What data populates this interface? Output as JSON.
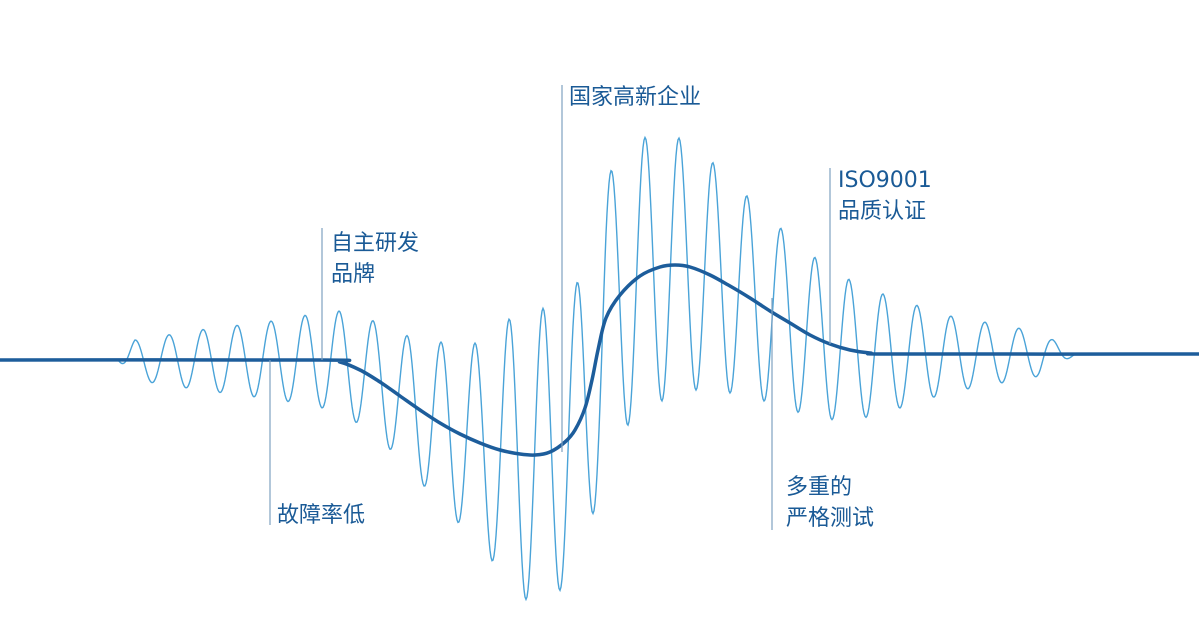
{
  "colors": {
    "main_curve": "#1d5d9b",
    "wave_curve": "#4aa3d8",
    "leader_line": "#7fa2c0",
    "label_text": "#1a5a96"
  },
  "callouts": [
    {
      "id": "brand",
      "lines": [
        "自主研发",
        "品牌"
      ]
    },
    {
      "id": "failure",
      "lines": [
        "故障率低"
      ]
    },
    {
      "id": "hightech",
      "lines": [
        "国家高新企业"
      ]
    },
    {
      "id": "iso",
      "lines": [
        "ISO9001",
        "品质认证"
      ]
    },
    {
      "id": "testing",
      "lines": [
        "多重的",
        "严格测试"
      ]
    }
  ]
}
